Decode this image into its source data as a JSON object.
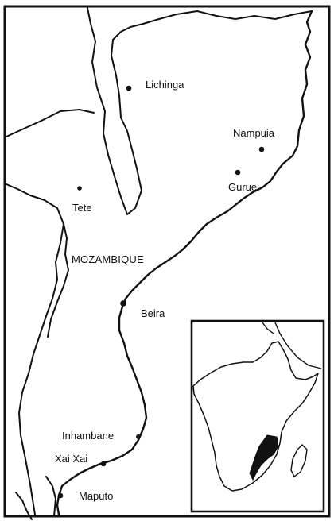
{
  "map": {
    "country": "MOZAMBIQUE",
    "cities": [
      {
        "id": "lichinga",
        "label": "Lichinga"
      },
      {
        "id": "nampuia",
        "label": "Nampuia"
      },
      {
        "id": "gurue",
        "label": "Gurue"
      },
      {
        "id": "tete",
        "label": "Tete"
      },
      {
        "id": "beira",
        "label": "Beira"
      },
      {
        "id": "inhambane",
        "label": "Inhambane"
      },
      {
        "id": "xai-xai",
        "label": "Xai Xai"
      },
      {
        "id": "maputo",
        "label": "Maputo"
      }
    ],
    "inset": {
      "depicts": "Africa",
      "highlight": "Mozambique"
    },
    "colors": {
      "ink": "#111111",
      "paper": "#ffffff"
    }
  }
}
